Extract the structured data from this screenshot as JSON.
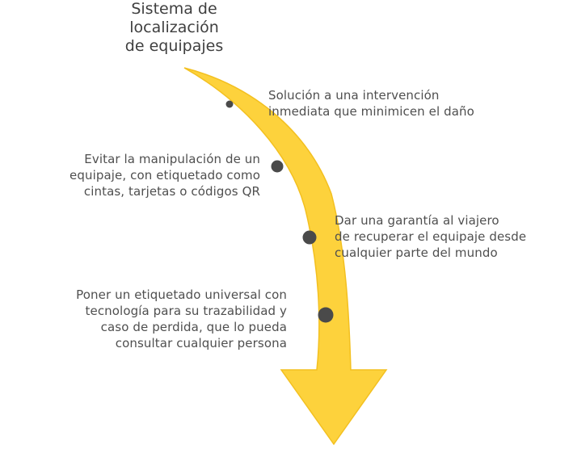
{
  "diagram": {
    "title": "Sistema de\nlocalización\nde equipajes",
    "colors": {
      "arrow_fill": "#fdd23c",
      "arrow_stroke": "#f3c020",
      "dot": "#4a4a4a",
      "text": "#4f4f4f"
    },
    "steps": [
      {
        "text": "Solución a una intervención\ninmediata que minimicen el daño"
      },
      {
        "text": "Evitar la manipulación de un\nequipaje, con etiquetado como\ncintas, tarjetas o códigos QR"
      },
      {
        "text": "Dar una garantía al viajero\nde recuperar el equipaje desde\ncualquier parte del mundo"
      },
      {
        "text": "Poner un etiquetado universal con\ntecnología para su trazabilidad y\ncaso de perdida, que lo pueda\nconsultar cualquier persona"
      }
    ]
  }
}
